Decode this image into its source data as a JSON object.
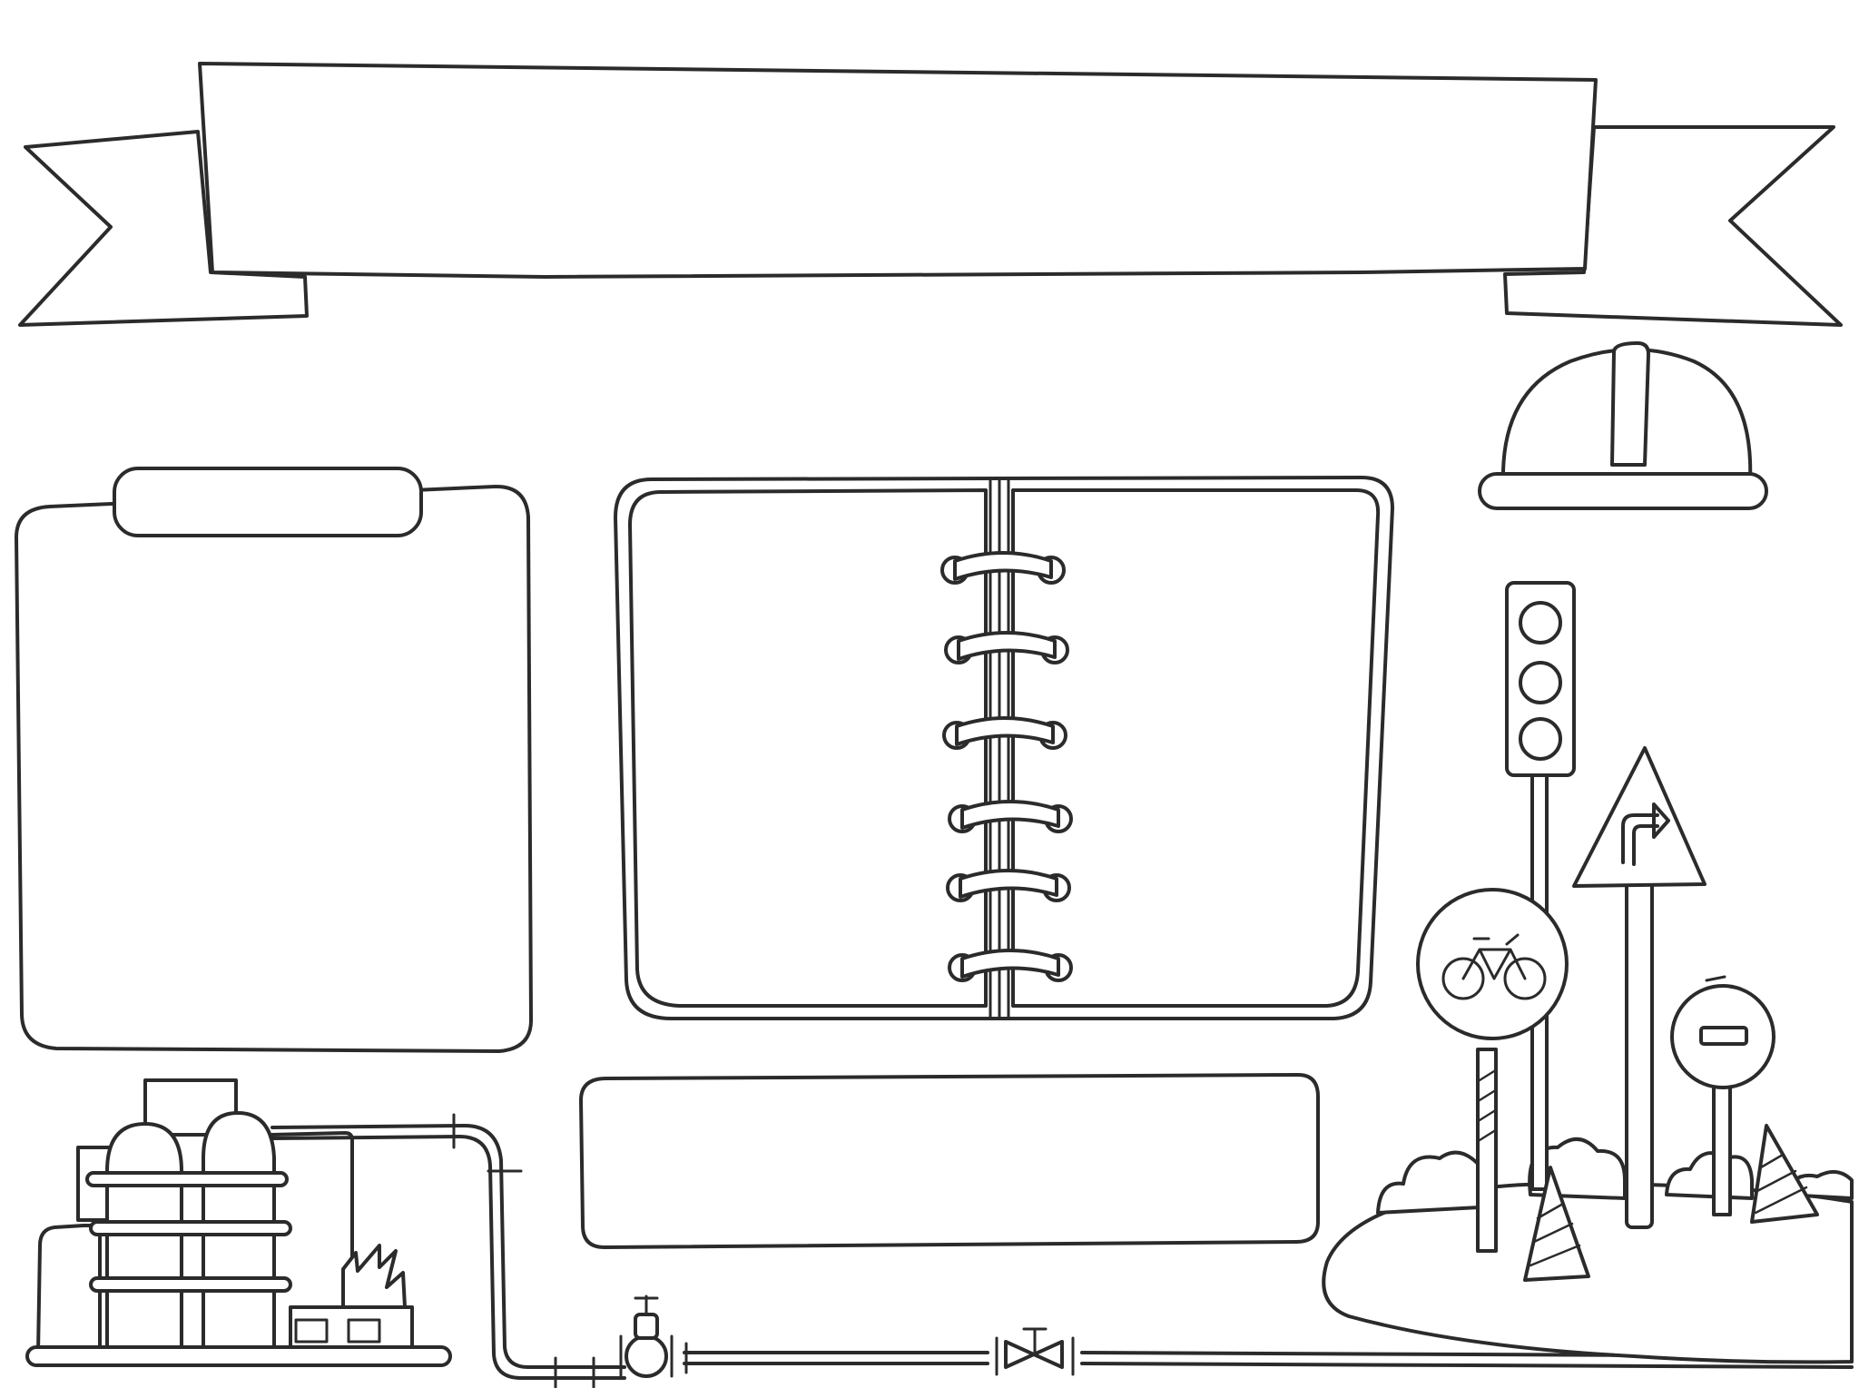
{
  "colors": {
    "ink": "#2b2b2b",
    "paper": "#ffffff"
  },
  "icons": {
    "banner": "ribbon-banner-frame",
    "clipboard": "clipboard-frame",
    "notebook": "spiral-notebook-frame",
    "text_box": "rounded-text-box",
    "helmet": "hard-hat-icon",
    "traffic_light": "traffic-light-icon",
    "turn_sign": "right-turn-warning-sign-icon",
    "bike_sign": "no-bicycles-sign-icon",
    "no_entry_sign": "no-entry-sign-icon",
    "cones": "traffic-cone-icon",
    "factory": "factory-icon",
    "pipeline": "pipeline-valve-icon"
  }
}
